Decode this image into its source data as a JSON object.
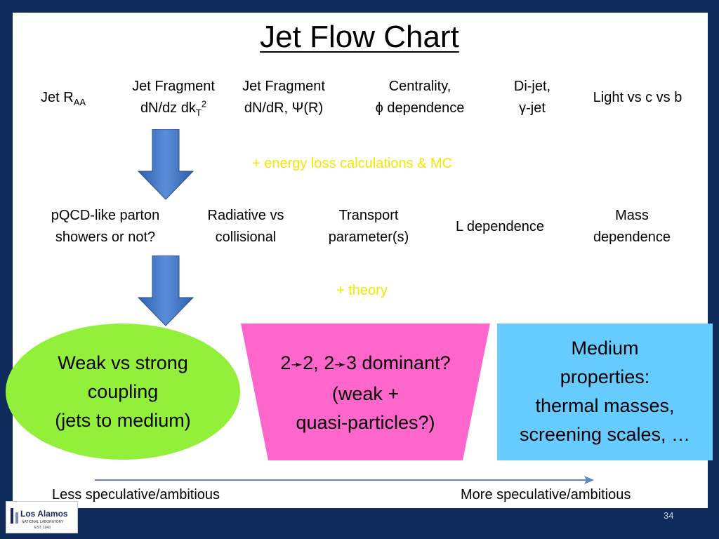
{
  "slide_title": "Jet Flow Chart",
  "observables": [
    {
      "main": "Jet R",
      "sub": "AA"
    },
    {
      "line1": "Jet Fragment",
      "line2a": "dN/dz dk",
      "line2sub": "T",
      "line2sup": "2"
    },
    {
      "line1": "Jet Fragment",
      "line2": "dN/dR, Ψ(R)"
    },
    {
      "line1": "Centrality,",
      "line2": "ϕ dependence"
    },
    {
      "line1": "Di-jet,",
      "line2": "γ-jet"
    },
    {
      "line1": "Light vs c vs b"
    }
  ],
  "step1_note": "+ energy loss calculations & MC",
  "properties": [
    {
      "line1": "pQCD-like parton",
      "line2": "showers or not?"
    },
    {
      "line1": "Radiative vs",
      "line2": "collisional"
    },
    {
      "line1": "Transport",
      "line2": "parameter(s)"
    },
    {
      "line1": "L dependence"
    },
    {
      "line1": "Mass",
      "line2": "dependence"
    }
  ],
  "step2_note": "+ theory",
  "outcomes": {
    "ellipse": {
      "line1": "Weak vs strong",
      "line2": "coupling",
      "line3": "(jets to medium)"
    },
    "trapezoid": {
      "line1a": "2",
      "line1b": "2, 2",
      "line1c": "3 dominant?",
      "line2": "(weak +",
      "line3": "quasi-particles?)"
    },
    "rectangle": {
      "line1": "Medium",
      "line2": "properties:",
      "line3": "thermal masses,",
      "line4": "screening scales, …"
    }
  },
  "scale": {
    "left": "Less speculative/ambitious",
    "right": "More speculative/ambitious"
  },
  "page_number": "34",
  "logo": {
    "name": "Los Alamos",
    "sub": "NATIONAL LABORATORY",
    "est": "EST. 1943"
  },
  "colors": {
    "background": "#0f2b5b",
    "arrow": "#3d6fc0",
    "note": "#f5e600",
    "ellipse": "#92f03a",
    "trapezoid": "#ff66cc",
    "rectangle": "#66ccff",
    "scale_arrow": "#5b86c9"
  }
}
